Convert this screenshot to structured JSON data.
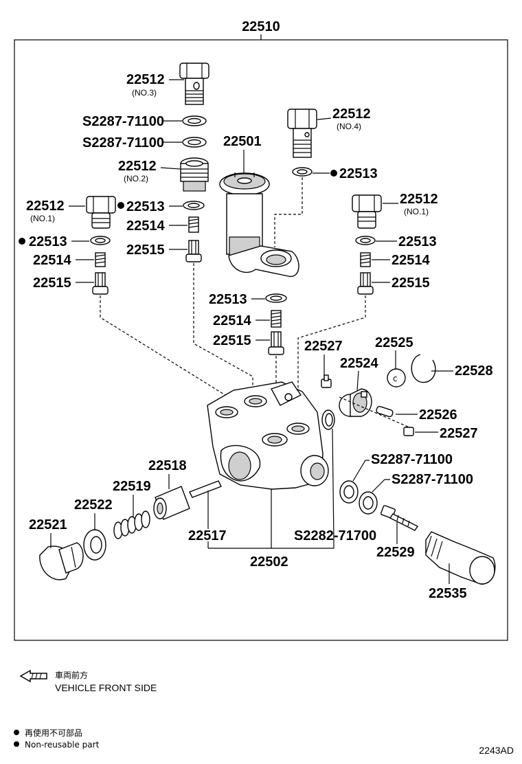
{
  "callouts": {
    "assembly": "22510",
    "plug_no3": "22512",
    "plug_no3_sub": "(NO.3)",
    "gasket_a": "S2287-71100",
    "gasket_b": "S2287-71100",
    "plug_no2": "22512",
    "plug_no2_sub": "(NO.2)",
    "pump_plunger": "22501",
    "plug_no4": "22512",
    "plug_no4_sub": "(NO.4)",
    "seal_no4": "22513",
    "plug_no1_left": "22512",
    "plug_no1_left_sub": "(NO.1)",
    "seal_mid_left": "22513",
    "spring_mid_left": "22514",
    "valve_mid_left": "22515",
    "seal_left": "22513",
    "spring_left": "22514",
    "valve_left": "22515",
    "plug_no1_right": "22512",
    "plug_no1_right_sub": "(NO.1)",
    "seal_right": "22513",
    "spring_right": "22514",
    "valve_right": "22515",
    "seal_center": "22513",
    "spring_center": "22514",
    "valve_center": "22515",
    "screw_upper": "22527",
    "roller": "22525",
    "snap_ring": "22528",
    "piston": "22524",
    "pin": "22526",
    "screw_lower": "22527",
    "gasket_right_a": "S2287-71100",
    "gasket_right_b": "S2287-71100",
    "sleeve": "22518",
    "spring_large": "22519",
    "washer": "22522",
    "plug_large": "22521",
    "rod": "22517",
    "o_ring": "S2282-71700",
    "body": "22502",
    "bleeder_screw": "22529",
    "overflow_valve": "22535"
  },
  "legend": {
    "front_jp": "車両前方",
    "front_en": "VEHICLE FRONT SIDE",
    "nonreusable_jp": "再使用不可部品",
    "nonreusable_en": "Non-reusable part",
    "diagram_code": "2243AD"
  }
}
